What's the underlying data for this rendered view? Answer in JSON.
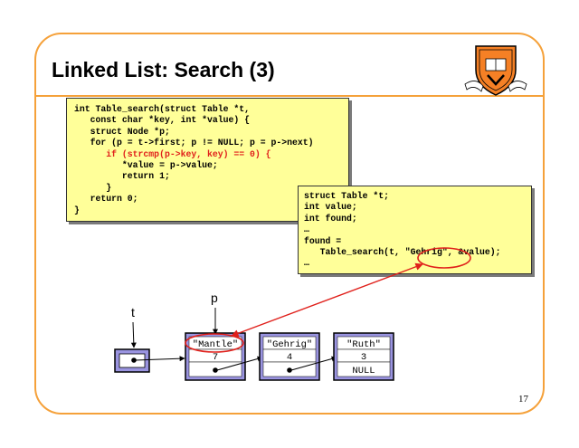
{
  "slide": {
    "title": "Linked List: Search (3)",
    "page_number": "17"
  },
  "function_code": {
    "lines": [
      {
        "text": "int Table_search(struct Table *t,",
        "highlight": false
      },
      {
        "text": "   const char *key, int *value) {",
        "highlight": false
      },
      {
        "text": "   struct Node *p;",
        "highlight": false
      },
      {
        "text": "   for (p = t->first; p != NULL; p = p->next)",
        "highlight": false
      },
      {
        "text": "      if (strcmp(p->key, key) == 0) {",
        "highlight": true
      },
      {
        "text": "         *value = p->value;",
        "highlight": false
      },
      {
        "text": "         return 1;",
        "highlight": false
      },
      {
        "text": "      }",
        "highlight": false
      },
      {
        "text": "   return 0;",
        "highlight": false
      },
      {
        "text": "}",
        "highlight": false
      }
    ]
  },
  "caller_code": {
    "lines": [
      "struct Table *t;",
      "int value;",
      "int found;",
      "…",
      "found =",
      "   Table_search(t, \"Gehrig\", &value);",
      "…"
    ]
  },
  "diagram": {
    "pointer_t_label": "t",
    "pointer_p_label": "p",
    "nodes": [
      {
        "key": "\"Mantle\"",
        "value": "7",
        "next": ""
      },
      {
        "key": "\"Gehrig\"",
        "value": "4",
        "next": ""
      },
      {
        "key": "\"Ruth\"",
        "value": "3",
        "next": "NULL"
      }
    ]
  },
  "colors": {
    "frame": "#f5a13a",
    "code_background": "#ffff99",
    "node_fill": "#9a94e0",
    "highlight": "#e0201b"
  }
}
